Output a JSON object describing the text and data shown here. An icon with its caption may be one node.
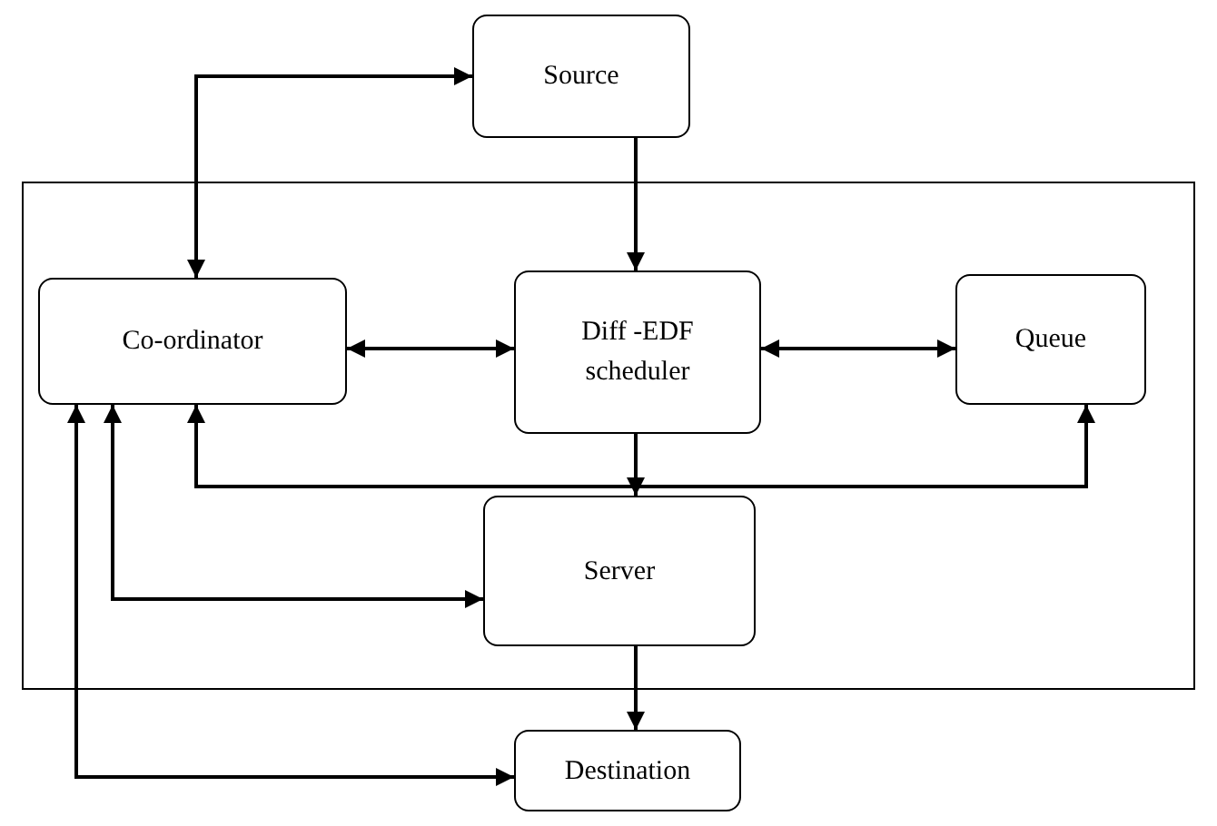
{
  "diagram": {
    "nodes": [
      {
        "text": [],
        "shape": "box"
      },
      {
        "text": [
          "Source"
        ]
      },
      {
        "text": [
          "Co-ordinator"
        ],
        "in": 0
      },
      {
        "text": [
          "Diff -EDF scheduler"
        ],
        "in": 0
      },
      {
        "text": [
          "Queue"
        ],
        "in": 0
      },
      {
        "text": [
          "Server"
        ],
        "in": 0
      },
      {
        "text": [
          "Destination"
        ]
      }
    ],
    "edges": [
      {
        "from": 2,
        "to": 1,
        "arrow": "both"
      },
      {
        "from": 1,
        "to": 3,
        "arrow": "to"
      },
      {
        "from": 2,
        "to": 3,
        "arrow": "both"
      },
      {
        "from": 3,
        "to": 4,
        "arrow": "both"
      },
      {
        "from": 2,
        "to": 4,
        "arrow": "both"
      },
      {
        "from": 3,
        "to": 5,
        "arrow": "to"
      },
      {
        "from": 2,
        "to": 5,
        "arrow": "both"
      },
      {
        "from": 5,
        "to": 6,
        "arrow": "to"
      },
      {
        "from": 2,
        "to": 6,
        "arrow": "both"
      }
    ]
  }
}
